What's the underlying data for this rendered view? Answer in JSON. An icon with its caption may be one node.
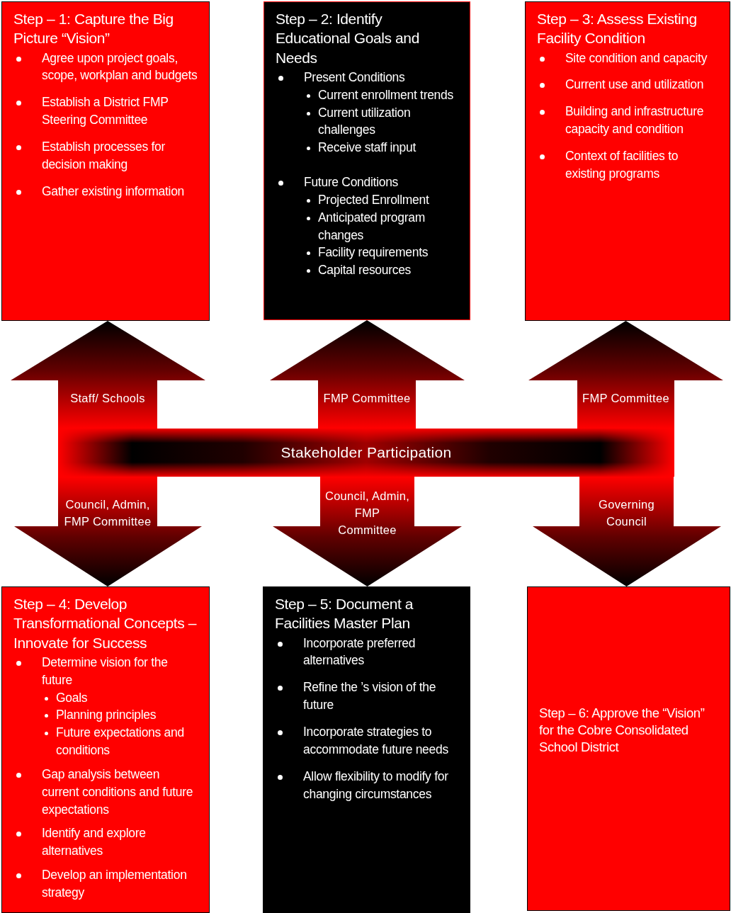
{
  "diagram": {
    "nodes": [
      {
        "text": [
          "Step – 1: Capture the Big Picture “Vision”",
          "Agree upon project goals, scope, workplan and budgets",
          "Establish a District FMP Steering Committee",
          "Establish processes for decision making",
          "Gather existing information"
        ]
      },
      {
        "text": [
          "Step – 2: Identify Educational Goals and Needs",
          "Present Conditions",
          "Current enrollment trends",
          "Current utilization challenges",
          "Receive staff input",
          "Future Conditions",
          "Projected Enrollment",
          "Anticipated program changes",
          "Facility requirements",
          "Capital resources"
        ]
      },
      {
        "text": [
          "Step – 3: Assess Existing Facility Condition",
          "Site condition and capacity",
          "Current use and utilization",
          "Building and infrastructure capacity and condition",
          "Context of facilities to existing programs"
        ]
      },
      {
        "text": [
          "Stakeholder Participation"
        ]
      },
      {
        "text": [
          "Step – 4: Develop Transformational Concepts – Innovate for Success",
          "Determine vision for the future",
          "Goals",
          "Planning principles",
          "Future expectations and conditions",
          "Gap analysis between current conditions and future expectations",
          "Identify and explore alternatives",
          "Develop an implementation strategy"
        ]
      },
      {
        "text": [
          "Step – 5: Document a Facilities Master Plan",
          "Incorporate preferred alternatives",
          "Refine the ’s vision of the future",
          "Incorporate strategies to accommodate future needs",
          "Allow flexibility to modify for changing circumstances"
        ]
      },
      {
        "text": [
          "Step – 6: Approve the “Vision” for the Cobre Consolidated School District"
        ]
      }
    ],
    "edges": [
      {
        "from": 3,
        "to": 0,
        "arrow": "to",
        "label": "Staff/ Schools"
      },
      {
        "from": 3,
        "to": 1,
        "arrow": "to",
        "label": "FMP Committee"
      },
      {
        "from": 3,
        "to": 2,
        "arrow": "to",
        "label": "FMP Committee"
      },
      {
        "from": 3,
        "to": 4,
        "arrow": "to",
        "label": "Council, Admin, FMP Committee"
      },
      {
        "from": 3,
        "to": 5,
        "arrow": "to",
        "label": "Council, Admin, FMP Committee"
      },
      {
        "from": 3,
        "to": 6,
        "arrow": "to",
        "label": "Governing Council"
      }
    ]
  }
}
